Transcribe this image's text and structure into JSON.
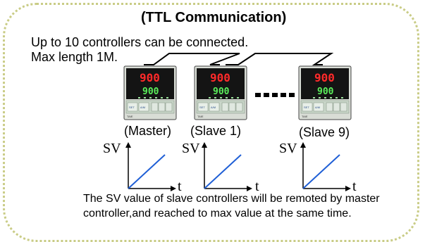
{
  "title": "(TTL Communication)",
  "description_line1": "Up to 10 controllers can be connected.",
  "description_line2": "Max length 1M.",
  "controllers": [
    {
      "label": "(Master)",
      "pv": "900",
      "sv": "900"
    },
    {
      "label": "(Slave 1)",
      "pv": "900",
      "sv": "900"
    },
    {
      "label": "(Slave 9)",
      "pv": "900",
      "sv": "900"
    }
  ],
  "controller_buttons": [
    "SET",
    "A/M"
  ],
  "controller_brand": "TAIE",
  "axis_y_label": "SV",
  "axis_x_label": "t",
  "note": "The SV value of slave controllers will be remoted by master controller,and reached to max value at the same time.",
  "colors": {
    "frame": "#c9cc86",
    "lcd_red": "#ff2a2a",
    "lcd_green": "#5cf05c",
    "ramp_line": "#1f5fd6"
  }
}
